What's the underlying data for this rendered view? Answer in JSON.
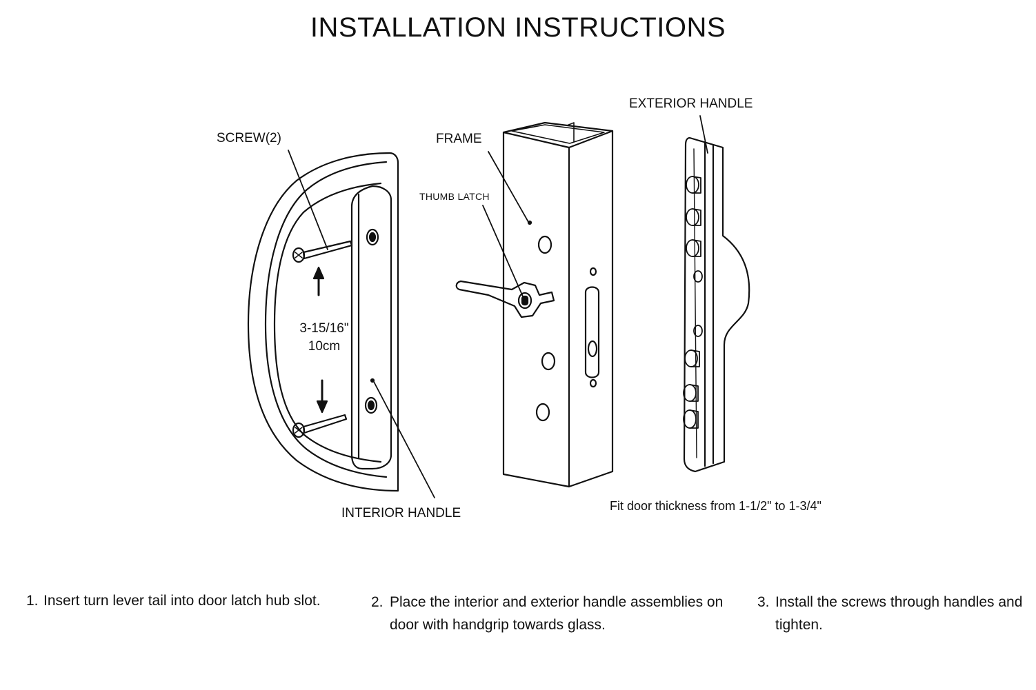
{
  "title": "INSTALLATION INSTRUCTIONS",
  "labels": {
    "screw": "SCREW(2)",
    "frame": "FRAME",
    "thumb_latch": "THUMB LATCH",
    "exterior_handle": "EXTERIOR HANDLE",
    "interior_handle": "INTERIOR HANDLE"
  },
  "dimension": {
    "imperial": "3-15/16\"",
    "metric": "10cm"
  },
  "note": "Fit door thickness from 1-1/2\" to 1-3/4\"",
  "steps": [
    {
      "num": "1.",
      "text": "Insert turn lever tail into door latch hub slot."
    },
    {
      "num": "2.",
      "text": "Place the interior and exterior handle assemblies on door with handgrip towards glass."
    },
    {
      "num": "3.",
      "text": "Install the screws through handles and tighten."
    }
  ]
}
